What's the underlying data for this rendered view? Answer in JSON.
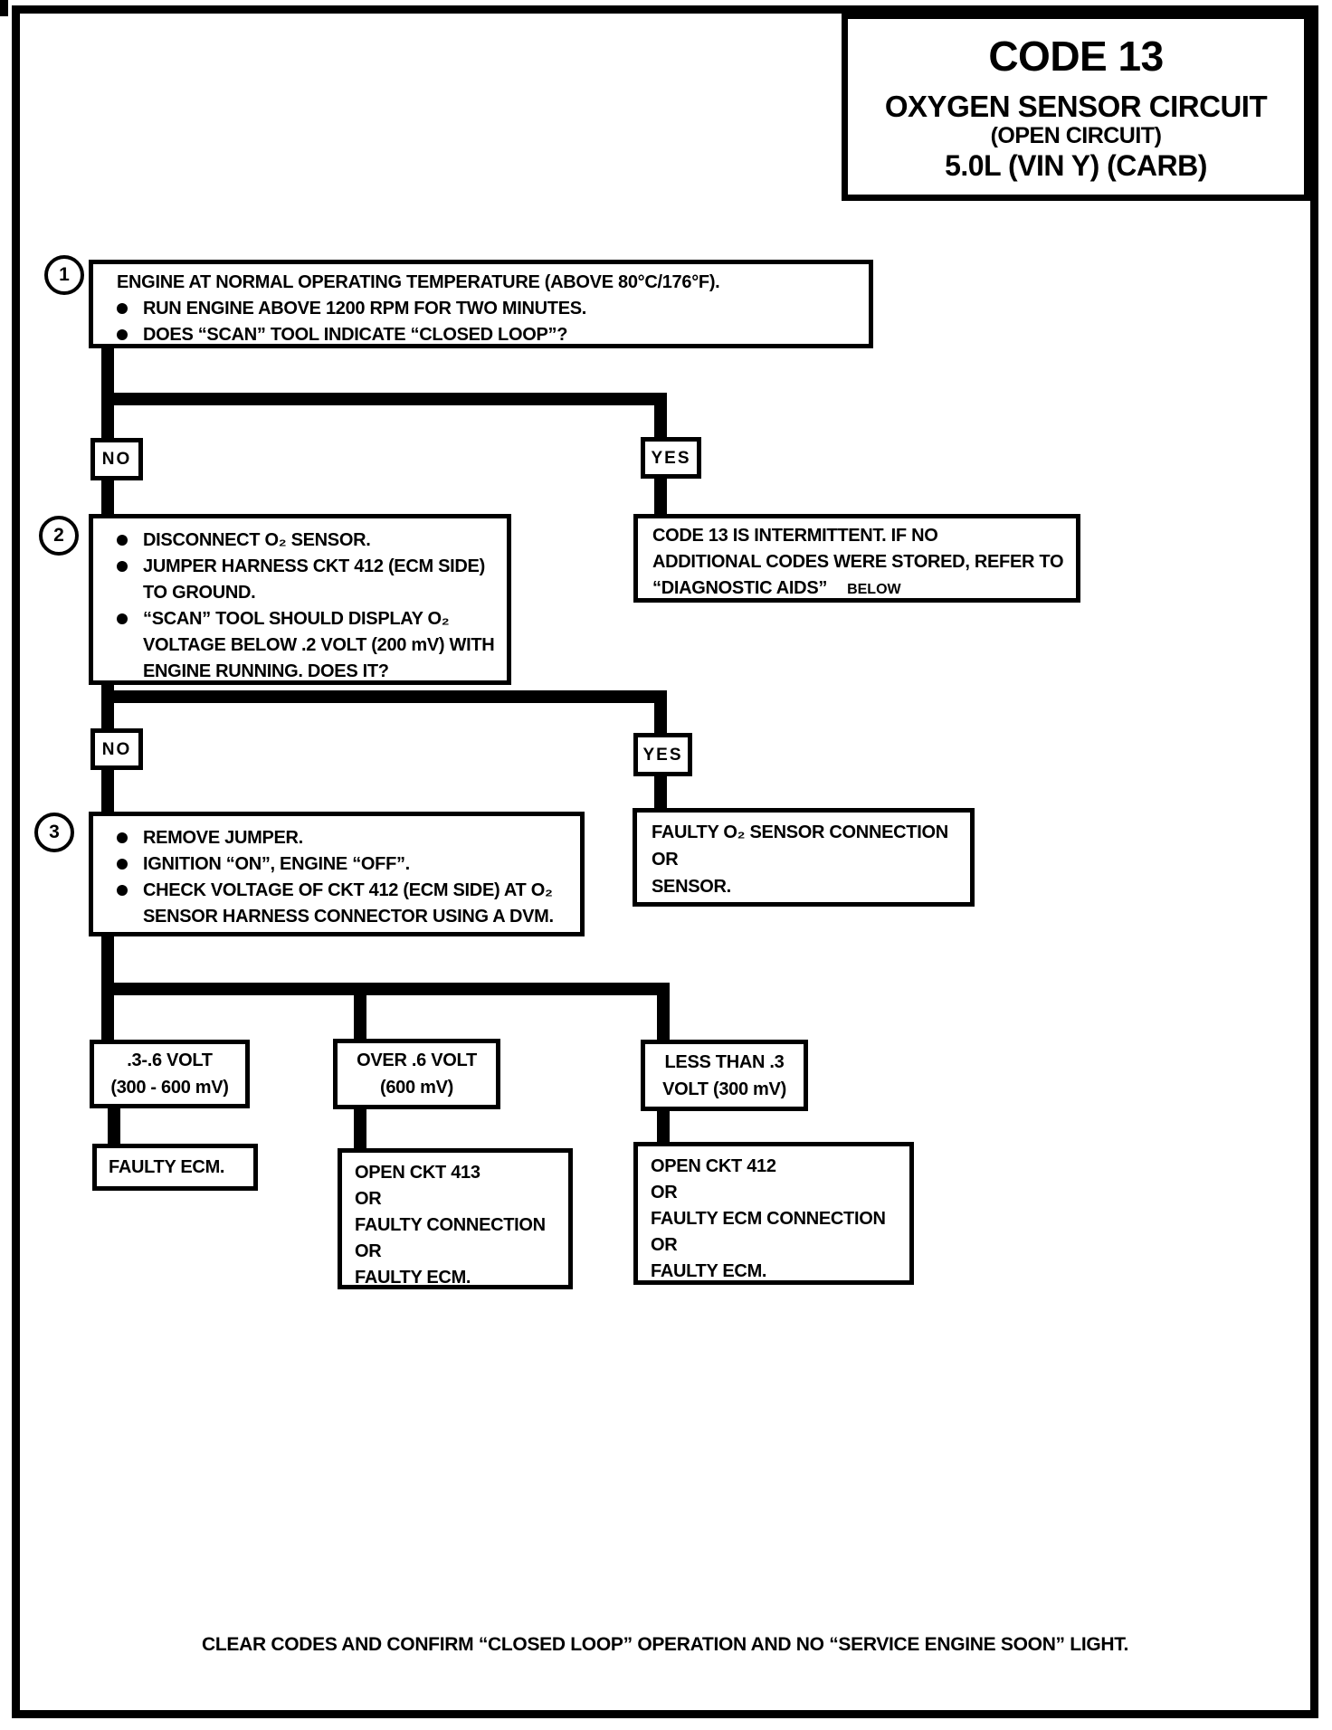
{
  "title": {
    "code": "CODE 13",
    "line2": "OXYGEN SENSOR CIRCUIT",
    "line3": "(OPEN CIRCUIT)",
    "line4": "5.0L  (VIN Y)  (CARB)"
  },
  "labels": {
    "no": "NO",
    "yes": "YES"
  },
  "steps": [
    {
      "number": "1",
      "intro": "ENGINE AT NORMAL OPERATING TEMPERATURE (ABOVE 80°C/176°F).",
      "bullets": [
        "RUN ENGINE ABOVE 1200 RPM FOR TWO MINUTES.",
        "DOES “SCAN” TOOL INDICATE “CLOSED LOOP”?"
      ]
    },
    {
      "number": "2",
      "bullets": [
        "DISCONNECT O₂ SENSOR.",
        "JUMPER HARNESS CKT 412 (ECM SIDE) TO GROUND.",
        "“SCAN” TOOL SHOULD DISPLAY O₂ VOLTAGE BELOW .2  VOLT (200 mV) WITH ENGINE RUNNING. DOES IT?"
      ]
    },
    {
      "number": "3",
      "bullets": [
        "REMOVE JUMPER.",
        "IGNITION “ON”,  ENGINE  “OFF”.",
        "CHECK VOLTAGE OF CKT 412 (ECM SIDE) AT O₂ SENSOR HARNESS CONNECTOR USING A DVM."
      ]
    }
  ],
  "outcomes": {
    "intermittent": {
      "lines": [
        "CODE 13 IS INTERMITTENT.  IF NO",
        "ADDITIONAL CODES WERE STORED, REFER TO"
      ],
      "line3_main": "“DIAGNOSTIC AIDS”",
      "line3_suffix": "BELOW"
    },
    "faulty_o2": {
      "lines": [
        "FAULTY O₂ SENSOR CONNECTION",
        "OR",
        "SENSOR."
      ]
    },
    "faulty_ecm": {
      "lines": [
        "FAULTY ECM."
      ]
    },
    "open_ckt_413": {
      "lines": [
        "OPEN CKT 413",
        "OR",
        "FAULTY CONNECTION",
        "OR",
        "FAULTY ECM."
      ]
    },
    "open_ckt_412": {
      "lines": [
        "OPEN CKT 412",
        "OR",
        "FAULTY ECM CONNECTION",
        "OR",
        "FAULTY ECM."
      ]
    }
  },
  "conditions": [
    {
      "lines": [
        ".3-.6 VOLT",
        "(300 - 600 mV)"
      ]
    },
    {
      "lines": [
        "OVER .6  VOLT",
        "(600 mV)"
      ]
    },
    {
      "lines": [
        "LESS THAN .3",
        "VOLT  (300 mV)"
      ]
    }
  ],
  "footer": "CLEAR CODES AND CONFIRM “CLOSED LOOP”  OPERATION AND NO “SERVICE ENGINE SOON” LIGHT.",
  "colors": {
    "ink": "#000000",
    "paper": "#ffffff"
  }
}
